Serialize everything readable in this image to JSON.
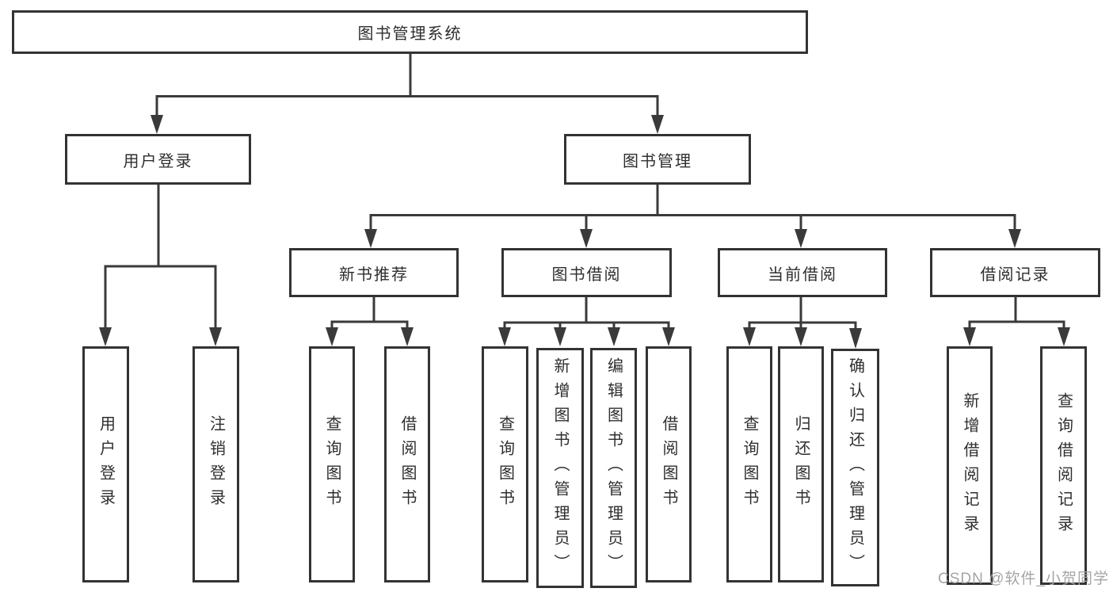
{
  "diagram": {
    "type": "hierarchy-tree",
    "orientation": "top-down",
    "colors": {
      "background": "#ffffff",
      "box_fill": "#ffffff",
      "box_border": "#333333",
      "connector_line": "#3a3a3a",
      "text": "#2e2e2e",
      "watermark_text": "#a5a5a5"
    },
    "tree": {
      "label": "图书管理系统",
      "children": [
        {
          "label": "用户登录",
          "children": [
            {
              "label": "用户登录"
            },
            {
              "label": "注销登录"
            }
          ]
        },
        {
          "label": "图书管理",
          "children": [
            {
              "label": "新书推荐",
              "children": [
                {
                  "label": "查询图书"
                },
                {
                  "label": "借阅图书"
                }
              ]
            },
            {
              "label": "图书借阅",
              "children": [
                {
                  "label": "查询图书"
                },
                {
                  "label": "新增图书（管理员）"
                },
                {
                  "label": "编辑图书（管理员）"
                },
                {
                  "label": "借阅图书"
                }
              ]
            },
            {
              "label": "当前借阅",
              "children": [
                {
                  "label": "查询图书"
                },
                {
                  "label": "归还图书"
                },
                {
                  "label": "确认归还（管理员）"
                }
              ]
            },
            {
              "label": "借阅记录",
              "children": [
                {
                  "label": "新增借阅记录"
                },
                {
                  "label": "查询借阅记录"
                }
              ]
            }
          ]
        }
      ]
    },
    "watermark": {
      "text": "CSDN @软件_小贺同学"
    }
  }
}
